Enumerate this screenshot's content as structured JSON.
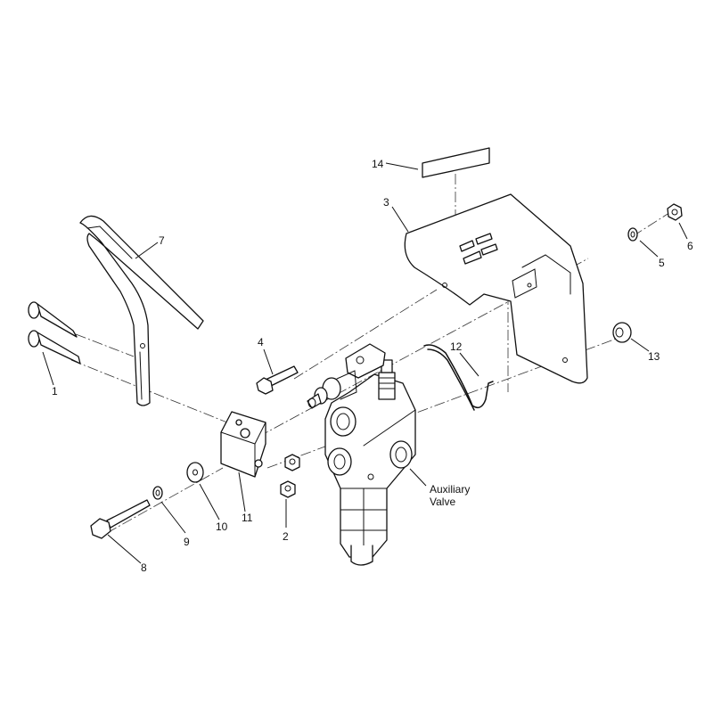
{
  "callouts": {
    "c1": "1",
    "c2": "2",
    "c3": "3",
    "c4": "4",
    "c5": "5",
    "c6": "6",
    "c7": "7",
    "c8": "8",
    "c9": "9",
    "c10": "10",
    "c11": "11",
    "c12": "12",
    "c13": "13",
    "c14": "14"
  },
  "labels": {
    "aux_line1": "Auxiliary",
    "aux_line2": "Valve"
  },
  "colors": {
    "ink": "#111111",
    "background": "#ffffff"
  }
}
